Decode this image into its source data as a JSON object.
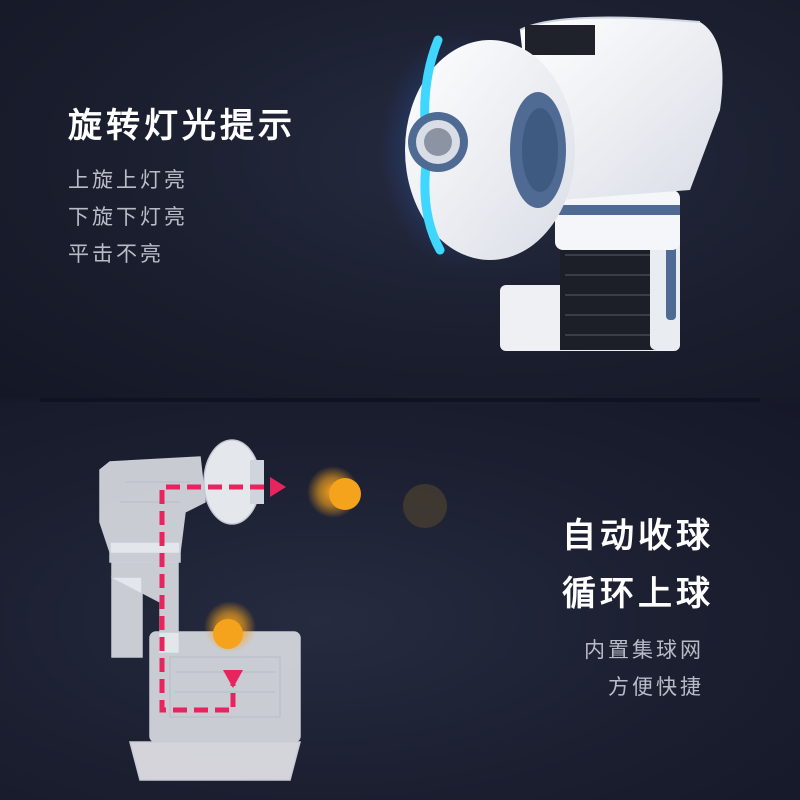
{
  "top": {
    "heading": "旋转灯光提示",
    "lines": [
      "上旋上灯亮",
      "下旋下灯亮",
      "平击不亮"
    ]
  },
  "bottom": {
    "heading_line1": "自动收球",
    "heading_line2": "循环上球",
    "lines": [
      "内置集球网",
      "方便快捷"
    ]
  },
  "colors": {
    "background": "#15192a",
    "accent_light": "#3fd7ff",
    "arrow": "#e8245f",
    "ball": "#f5a21c",
    "body": "#f2f4f8",
    "trim": "#4f6b93"
  }
}
